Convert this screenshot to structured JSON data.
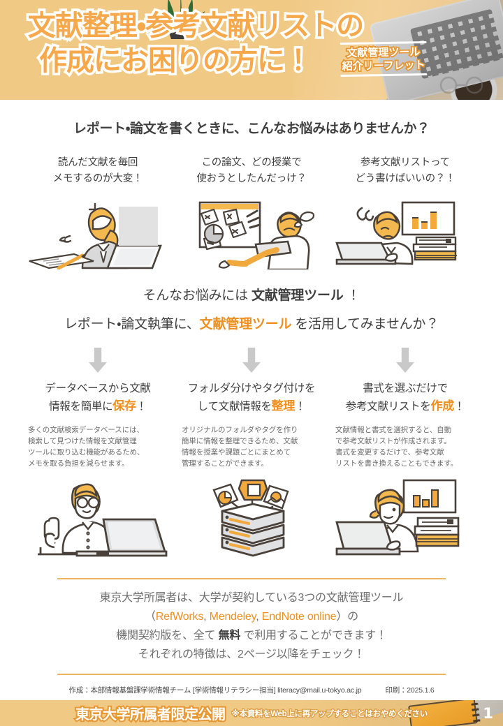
{
  "header": {
    "title_line_1": "文献整理・参考文献リストの",
    "title_line_2": "作成にお困りの方に！",
    "subtitle_line_1": "文献管理ツール",
    "subtitle_line_2": "紹介リーフレット",
    "accent_color": "#f6a84b",
    "background_color": "#f0c985"
  },
  "problems": {
    "heading": "レポート・論文を書くときに、こんなお悩みはありませんか？",
    "highlight_color": "#f2c98d",
    "items": [
      {
        "caption_line_1": "読んだ文献を毎回",
        "caption_line_2": "メモするのが大変！",
        "illustration": "person-taking-notes-at-laptop"
      },
      {
        "caption_line_1": "この論文、どの授業で",
        "caption_line_2": "使おうとしたんだっけ？",
        "illustration": "person-overwhelmed-by-scattered-documents"
      },
      {
        "caption_line_1": "参考文献リストって",
        "caption_line_2": "どう書けばいいの？！",
        "illustration": "person-puzzled-with-books-and-chart"
      }
    ]
  },
  "pitch": {
    "line_1_prefix": "そんなお悩みには ",
    "line_1_emphasis": "文献管理ツール",
    "line_1_suffix": " ！",
    "line_2_prefix": "レポート・論文執筆に、",
    "line_2_accent": "文献管理ツール",
    "line_2_suffix": " を活用してみませんか？",
    "accent_color": "#ef8f1f"
  },
  "features": {
    "arrow_color": "#c9c9c9",
    "items": [
      {
        "title_line_1": "データベースから文献",
        "title_line_2_prefix": "情報を簡単に",
        "title_line_2_accent": "保存",
        "title_line_2_suffix": "！",
        "body_line_1": "多くの文献検索データベースには、",
        "body_line_2": "検索して見つけた情報を文献管理",
        "body_line_3": "ツールに取り込む機能があるため、",
        "body_line_4": "メモを取る負担を減らせます。",
        "illustration": "person-with-glasses-pointing-at-laptop"
      },
      {
        "title_line_1": "フォルダ分けやタグ付けを",
        "title_line_2_prefix": "して文献情報を",
        "title_line_2_accent": "整理",
        "title_line_2_suffix": "！",
        "body_line_1": "オリジナルのフォルダやタグを作り",
        "body_line_2": "簡単に情報を整理できるため、文献",
        "body_line_3": "情報を授業や課題ごとにまとめて",
        "body_line_4": "管理することができます。",
        "illustration": "stacked-drawers-with-documents"
      },
      {
        "title_line_1": "書式を選ぶだけで",
        "title_line_2_prefix": "参考文献リストを",
        "title_line_2_accent": "作成",
        "title_line_2_suffix": "！",
        "body_line_1": "文献情報と書式を選択すると、自動",
        "body_line_2": "で参考文献リストが作成されます。",
        "body_line_3": "書式を変更するだけで、参考文献",
        "body_line_4": "リストを書き換えることもできます。",
        "illustration": "person-at-laptop-with-books-and-chart"
      }
    ]
  },
  "callout": {
    "line_1": "東京大学所属者は、大学が契約している3つの文献管理ツール",
    "line_2_open": "（",
    "line_2_tool_1": "RefWorks",
    "line_2_sep_1": ", ",
    "line_2_tool_2": "Mendeley",
    "line_2_sep_2": ", ",
    "line_2_tool_3": "EndNote online",
    "line_2_close": "）の",
    "line_3_prefix": "機関契約版を、全て ",
    "line_3_free": "無料",
    "line_3_suffix": " で利用することができます！",
    "line_4": "それぞれの特徴は、2ページ以降をチェック！",
    "rule_color": "#efb45e",
    "tool_color": "#ef8f1f"
  },
  "credit": {
    "created_by": "作成：本部情報基盤課学術情報チーム [学術情報リテラシー担当] literacy@mail.u-tokyo.ac.jp",
    "printed": "印刷：2025.1.6"
  },
  "bottom_bar": {
    "title": "東京大学所属者限定公開",
    "note": "※本資料をWeb上に再アップすることはおやめください",
    "page_number": "1",
    "background_color": "#f0c985"
  }
}
